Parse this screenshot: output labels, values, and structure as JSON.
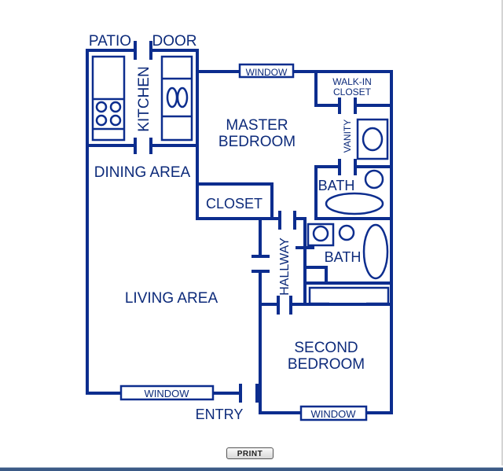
{
  "floorplan": {
    "wall_color": "#0c2d8e",
    "rooms": {
      "patio": "PATIO",
      "door": "DOOR",
      "kitchen": "KITCHEN",
      "dining_area": "DINING AREA",
      "master_bedroom_line1": "MASTER",
      "master_bedroom_line2": "BEDROOM",
      "walk_in_closet_line1": "WALK-IN",
      "walk_in_closet_line2": "CLOSET",
      "vanity": "VANITY",
      "master_bath": "BATH",
      "closet": "CLOSET",
      "hallway": "HALLWAY",
      "second_bath": "BATH",
      "living_area": "LIVING AREA",
      "second_bedroom_line1": "SECOND",
      "second_bedroom_line2": "BEDROOM",
      "entry": "ENTRY"
    },
    "windows": {
      "master_bedroom": "WINDOW",
      "living_area": "WINDOW",
      "second_bedroom": "WINDOW"
    }
  },
  "actions": {
    "print_label": "PRINT"
  }
}
